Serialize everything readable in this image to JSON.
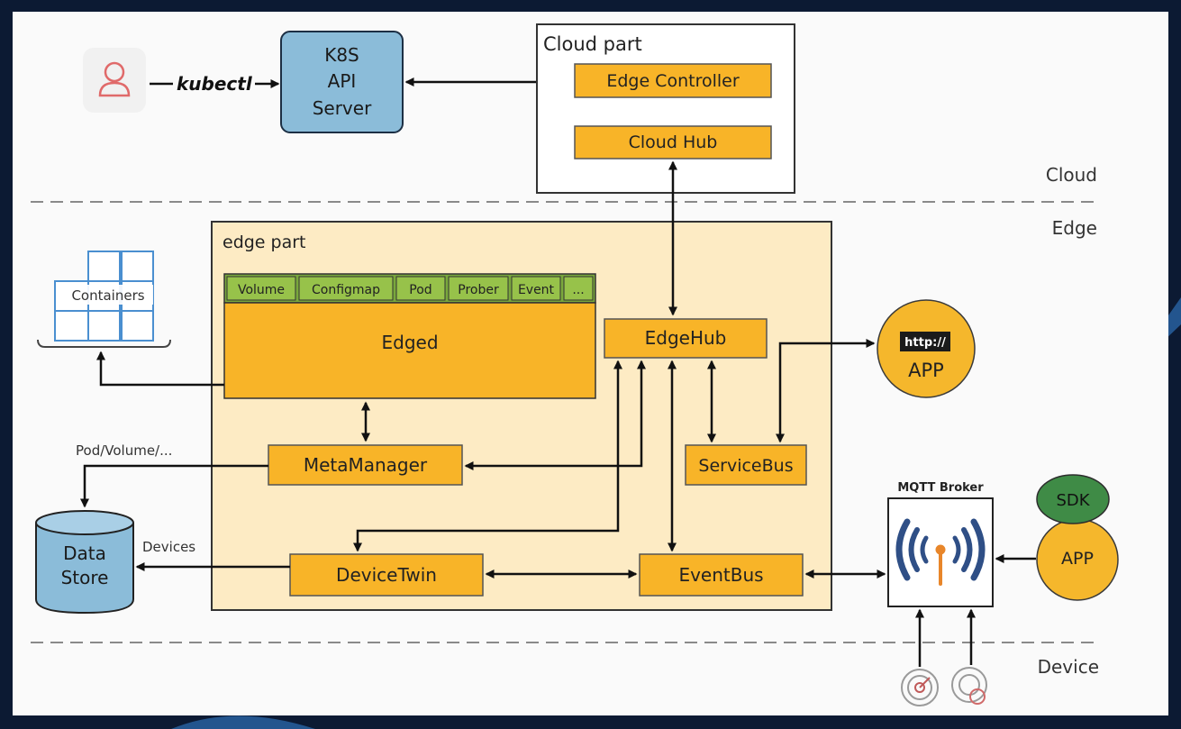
{
  "user": {
    "command": "kubectl"
  },
  "api_server": {
    "lines": [
      "K8S",
      "API",
      "Server"
    ]
  },
  "cloud_part": {
    "title": "Cloud part",
    "edge_controller": "Edge Controller",
    "cloud_hub": "Cloud Hub"
  },
  "zones": {
    "cloud": "Cloud",
    "edge": "Edge",
    "device": "Device"
  },
  "edge_part": {
    "title": "edge part",
    "tabs": [
      "Volume",
      "Configmap",
      "Pod",
      "Prober",
      "Event",
      "..."
    ],
    "edged": "Edged",
    "edgehub": "EdgeHub",
    "metamanager": "MetaManager",
    "servicebus": "ServiceBus",
    "devicetwin": "DeviceTwin",
    "eventbus": "EventBus"
  },
  "containers": {
    "label": "Containers"
  },
  "data_store": {
    "lines": [
      "Data",
      "Store"
    ],
    "meta_label": "Pod/Volume/...",
    "devices_label": "Devices"
  },
  "app_http": {
    "badge": "http://",
    "label": "APP"
  },
  "mqtt": {
    "title": "MQTT Broker"
  },
  "sdk_app": {
    "sdk": "SDK",
    "app": "APP"
  },
  "colors": {
    "background": "#0c1a33",
    "slide": "#fafafa",
    "module_fill": "#f8b428",
    "edge_panel": "#fdebc4",
    "tab_green": "#7aa83c",
    "api_blue": "#8bbcd9",
    "sdk_green": "#3f8b46",
    "app_yellow": "#f5b72c"
  }
}
